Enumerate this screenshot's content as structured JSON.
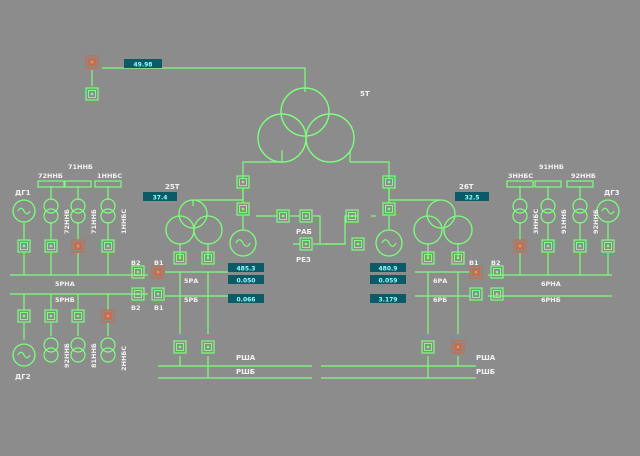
{
  "colors": {
    "background": "#8c8c8c",
    "line": "#7dff7d",
    "label": "#f2f2f2",
    "readout_bg": "#0b5a66",
    "readout_text": "#8fffff",
    "breaker_alarm": "#c07050"
  },
  "readouts": {
    "freq": "49.98",
    "t25_load": "37.4",
    "t26_load": "32.5",
    "ra_load": "485.3",
    "ra_val2": "0.050",
    "rb_val": "0.066",
    "ra6_load": "480.9",
    "ra6_val2": "0.059",
    "rb6_val": "3.179"
  },
  "labels": {
    "main_transformer": "5T",
    "t25": "25T",
    "t26": "26T",
    "rab": "РАБ",
    "rez": "РЕЗ",
    "dg1": "ДГ1",
    "dg2": "ДГ2",
    "dg3": "ДГ3",
    "f72nnb": "72ННБ",
    "f71nnb": "71ННБ",
    "f1nnbs": "1ННБС",
    "f72nnb_v": "72ННБ",
    "f71nnb_v": "71ННБ",
    "f1nnbs_v": "1ННБС",
    "f3nnbs": "3ННБС",
    "f91nnb": "91ННБ",
    "f92nnb": "92ННБ",
    "f3nnbs_v": "3ННБС",
    "f91nnb_v": "91ННБ",
    "f92nnb_v": "92ННБ",
    "f92nnb_b_v": "92ННБ",
    "f81nnb_v": "81ННБ",
    "f2nnbs_v": "2ННБС",
    "b2_left_top": "В2",
    "b1_left_top": "В1",
    "b2_left_bot": "В2",
    "b1_left_bot": "В1",
    "b1_right": "В1",
    "b2_right": "В2",
    "bus_5rna": "5РНА",
    "bus_5rnb": "5РНБ",
    "bus_5ra": "5РА",
    "bus_5rb": "5РБ",
    "bus_6ra": "6РА",
    "bus_6rb": "6РБ",
    "bus_6rna": "6РНА",
    "bus_6rnb": "6РНБ",
    "rsha_left": "РША",
    "rshb_left": "РШБ",
    "rsha_right": "РША",
    "rshb_right": "РШБ"
  }
}
